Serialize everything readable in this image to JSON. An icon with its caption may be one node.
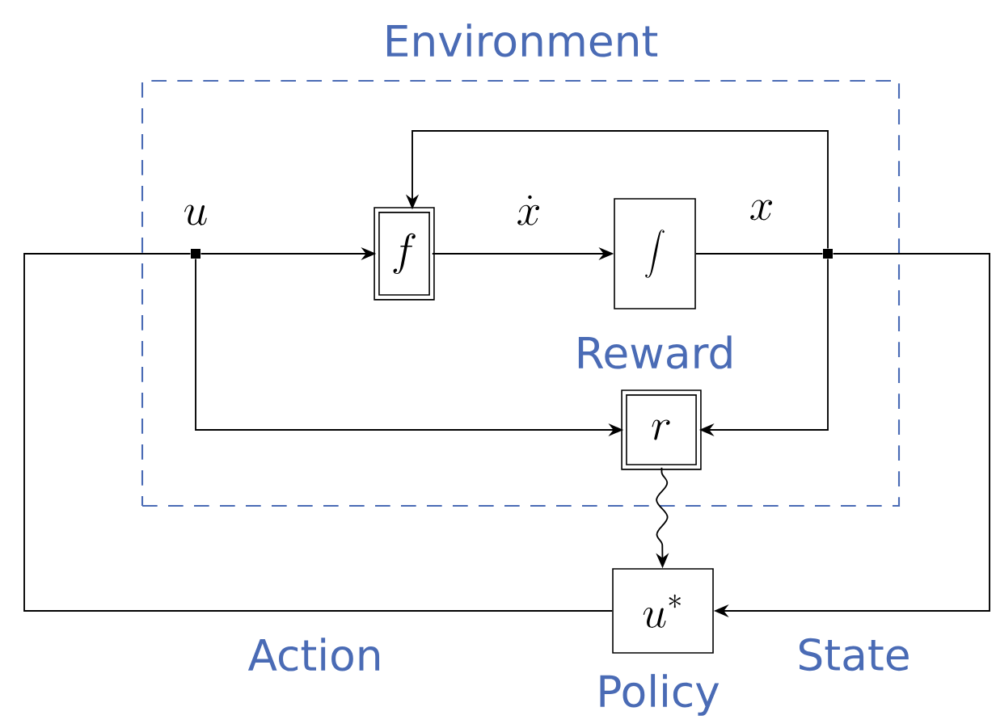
{
  "diagram": {
    "nodes": [
      {
        "text": [
          "Environment"
        ]
      },
      {
        "text": [],
        "shape": "box",
        "in": 0,
        "beside": [
          "u"
        ]
      },
      {
        "text": [
          "f"
        ],
        "in": 0
      },
      {
        "text": [
          "\\int"
        ],
        "in": 0
      },
      {
        "text": [],
        "shape": "box",
        "in": 0
      },
      {
        "text": [
          "r"
        ],
        "in": 0,
        "beside": [
          "Reward"
        ]
      },
      {
        "text": [
          "u^*"
        ],
        "beside": [
          "Policy"
        ]
      }
    ],
    "edges": [
      {
        "from": 1,
        "to": 2,
        "arrow": "to"
      },
      {
        "from": 2,
        "to": 3,
        "arrow": "to",
        "label": "\\dot{x}"
      },
      {
        "from": 3,
        "to": 4,
        "arrow": "none",
        "label": "x"
      },
      {
        "from": 4,
        "to": 2,
        "arrow": "to"
      },
      {
        "from": 1,
        "to": 5,
        "arrow": "to"
      },
      {
        "from": 4,
        "to": 5,
        "arrow": "to"
      },
      {
        "from": 5,
        "to": 6,
        "arrow": "to"
      },
      {
        "from": 4,
        "to": 6,
        "arrow": "to",
        "label": "State"
      },
      {
        "from": 6,
        "to": 1,
        "arrow": "none",
        "label": "Action"
      }
    ]
  }
}
